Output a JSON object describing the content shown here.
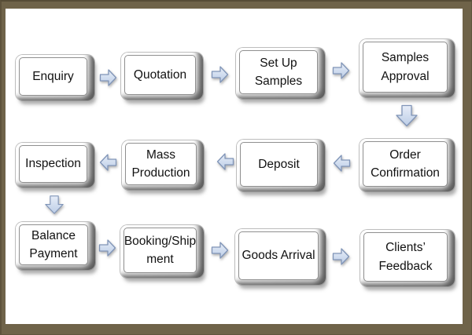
{
  "colors": {
    "frame": "#6f6349",
    "background": "#ffffff",
    "arrow_light": "#e7edf8",
    "arrow_dark": "#bccde6",
    "arrow_stroke": "#8095b8",
    "box_border": "#8f8f8f",
    "text": "#111111"
  },
  "flow": {
    "steps": [
      {
        "id": "enquiry",
        "label": "Enquiry"
      },
      {
        "id": "quotation",
        "label": "Quotation"
      },
      {
        "id": "set-up-samples",
        "label": "Set Up\nSamples"
      },
      {
        "id": "samples-approval",
        "label": "Samples\nApproval"
      },
      {
        "id": "order-confirmation",
        "label": "Order\nConfirmation"
      },
      {
        "id": "deposit",
        "label": "Deposit"
      },
      {
        "id": "mass-production",
        "label": "Mass\nProduction"
      },
      {
        "id": "inspection",
        "label": "Inspection"
      },
      {
        "id": "balance-payment",
        "label": "Balance\nPayment"
      },
      {
        "id": "booking-shipment",
        "label": "Booking/Ship\nment"
      },
      {
        "id": "goods-arrival",
        "label": "Goods Arrival"
      },
      {
        "id": "clients-feedback",
        "label": "Clients’\nFeedback"
      }
    ],
    "arrows": [
      {
        "from": "Enquiry",
        "to": "Quotation",
        "direction": "right"
      },
      {
        "from": "Quotation",
        "to": "Set Up Samples",
        "direction": "right"
      },
      {
        "from": "Set Up Samples",
        "to": "Samples Approval",
        "direction": "right"
      },
      {
        "from": "Samples Approval",
        "to": "Order Confirmation",
        "direction": "down"
      },
      {
        "from": "Order Confirmation",
        "to": "Deposit",
        "direction": "left"
      },
      {
        "from": "Deposit",
        "to": "Mass Production",
        "direction": "left"
      },
      {
        "from": "Mass Production",
        "to": "Inspection",
        "direction": "left"
      },
      {
        "from": "Inspection",
        "to": "Balance Payment",
        "direction": "down"
      },
      {
        "from": "Balance Payment",
        "to": "Booking/Shipment",
        "direction": "right"
      },
      {
        "from": "Booking/Shipment",
        "to": "Goods Arrival",
        "direction": "right"
      },
      {
        "from": "Goods Arrival",
        "to": "Clients’ Feedback",
        "direction": "right"
      }
    ]
  }
}
